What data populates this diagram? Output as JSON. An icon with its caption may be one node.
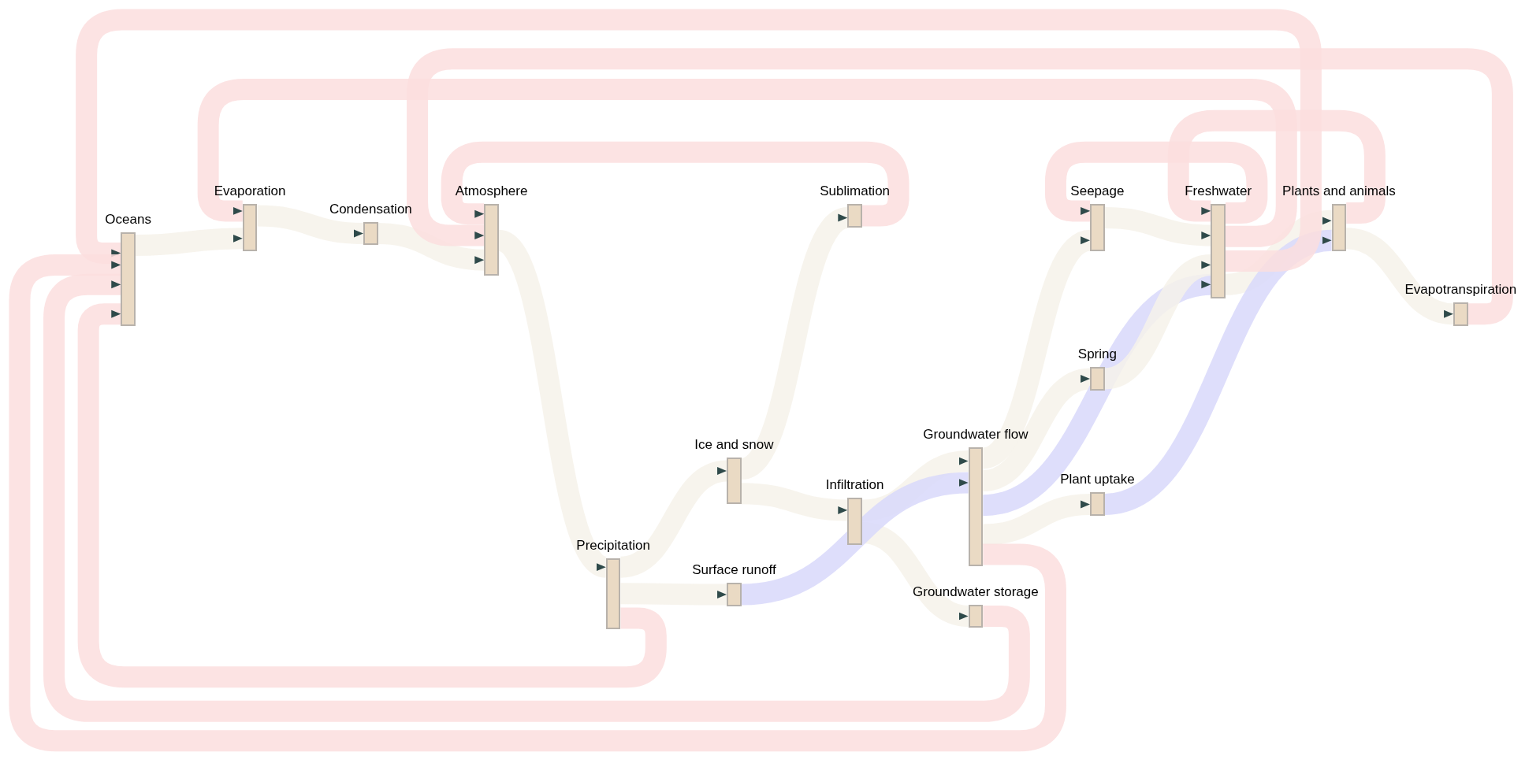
{
  "diagram": {
    "nodes": [
      {
        "text": [
          "Oceans"
        ]
      },
      {
        "text": [
          "Evaporation"
        ]
      },
      {
        "text": [
          "Condensation"
        ]
      },
      {
        "text": [
          "Atmosphere"
        ]
      },
      {
        "text": [
          "Sublimation"
        ]
      },
      {
        "text": [
          "Seepage"
        ]
      },
      {
        "text": [
          "Freshwater"
        ]
      },
      {
        "text": [
          "Plants and animals"
        ]
      },
      {
        "text": [
          "Evapotranspiration"
        ]
      },
      {
        "text": [
          "Spring"
        ]
      },
      {
        "text": [
          "Ice and snow"
        ]
      },
      {
        "text": [
          "Groundwater flow"
        ]
      },
      {
        "text": [
          "Infiltration"
        ]
      },
      {
        "text": [
          "Plant uptake"
        ]
      },
      {
        "text": [
          "Precipitation"
        ]
      },
      {
        "text": [
          "Surface runoff"
        ]
      },
      {
        "text": [
          "Groundwater storage"
        ]
      }
    ],
    "edges": [
      {
        "from": 0,
        "to": 1,
        "arrow": "to"
      },
      {
        "from": 1,
        "to": 2,
        "arrow": "to"
      },
      {
        "from": 2,
        "to": 3,
        "arrow": "to"
      },
      {
        "from": 3,
        "to": 14,
        "arrow": "to"
      },
      {
        "from": 14,
        "to": 10,
        "arrow": "to"
      },
      {
        "from": 14,
        "to": 15,
        "arrow": "to"
      },
      {
        "from": 10,
        "to": 4,
        "arrow": "to"
      },
      {
        "from": 10,
        "to": 12,
        "arrow": "to"
      },
      {
        "from": 12,
        "to": 11,
        "arrow": "to"
      },
      {
        "from": 12,
        "to": 16,
        "arrow": "to"
      },
      {
        "from": 15,
        "to": 11,
        "arrow": "to",
        "color": "#d8d8fa"
      },
      {
        "from": 11,
        "to": 5,
        "arrow": "to"
      },
      {
        "from": 11,
        "to": 9,
        "arrow": "to"
      },
      {
        "from": 11,
        "to": 6,
        "arrow": "to",
        "color": "#d8d8fa"
      },
      {
        "from": 11,
        "to": 13,
        "arrow": "to"
      },
      {
        "from": 5,
        "to": 6,
        "arrow": "to"
      },
      {
        "from": 9,
        "to": 6,
        "arrow": "to"
      },
      {
        "from": 6,
        "to": 7,
        "arrow": "to"
      },
      {
        "from": 13,
        "to": 7,
        "arrow": "to",
        "color": "#d8d8fa"
      },
      {
        "from": 7,
        "to": 8,
        "arrow": "to"
      },
      {
        "from": 6,
        "to": 0,
        "arrow": "to",
        "color": "#fcdede"
      },
      {
        "from": 8,
        "to": 3,
        "arrow": "to",
        "color": "#fcdede"
      },
      {
        "from": 6,
        "to": 1,
        "arrow": "to",
        "color": "#fcdede"
      },
      {
        "from": 4,
        "to": 3,
        "arrow": "to",
        "color": "#fcdede"
      },
      {
        "from": 7,
        "to": 6,
        "arrow": "to",
        "color": "#fcdede"
      },
      {
        "from": 6,
        "to": 5,
        "arrow": "to",
        "color": "#fcdede"
      },
      {
        "from": 14,
        "to": 0,
        "arrow": "to",
        "color": "#fcdede"
      },
      {
        "from": 16,
        "to": 0,
        "arrow": "to",
        "color": "#fcdede"
      },
      {
        "from": 11,
        "to": 0,
        "arrow": "to",
        "color": "#fcdede"
      }
    ]
  }
}
